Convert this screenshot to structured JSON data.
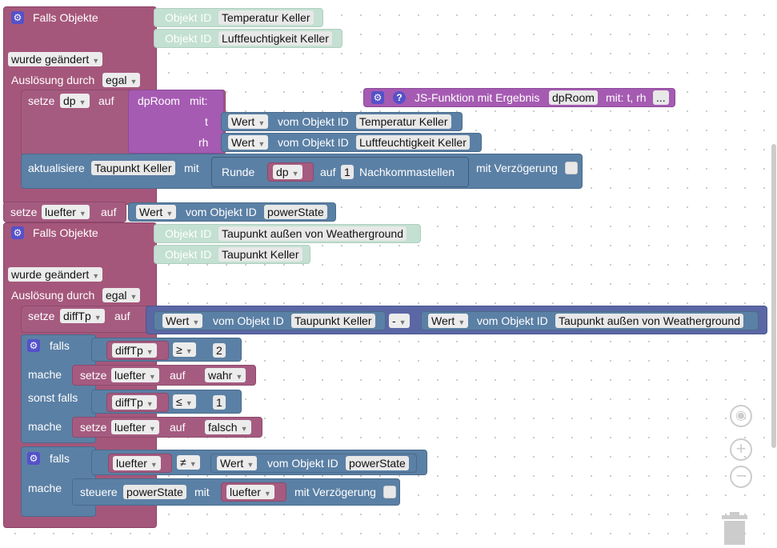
{
  "block1": {
    "title": "Falls Objekte",
    "obj_label": "Objekt ID",
    "obj1": "Temperatur Keller",
    "obj2": "Luftfeuchtigkeit Keller",
    "changed": "wurde geändert",
    "trigger_label": "Auslösung durch",
    "trigger_value": "egal",
    "set_label": "setze",
    "set_var": "dp",
    "on_label": "auf",
    "fn_name": "dpRoom",
    "with_label": "mit:",
    "param_t": "t",
    "param_rh": "rh",
    "value_label": "Wert",
    "from_obj_label": "vom Objekt ID",
    "t_obj": "Temperatur Keller",
    "rh_obj": "Luftfeuchtigkeit Keller",
    "update_label": "aktualisiere",
    "update_obj": "Taupunkt Keller",
    "with2": "mit",
    "round_label": "Runde",
    "round_var": "dp",
    "round_on": "auf",
    "round_digits": "1",
    "decimals_label": "Nachkommastellen",
    "delay_label": "mit Verzögerung"
  },
  "jsfunc": {
    "label": "JS-Funktion mit Ergebnis",
    "name": "dpRoom",
    "params": "mit: t, rh",
    "more": "..."
  },
  "setfan": {
    "set_label": "setze",
    "var": "luefter",
    "on_label": "auf",
    "value_label": "Wert",
    "from_obj_label": "vom Objekt ID",
    "obj": "powerState"
  },
  "block2": {
    "title": "Falls Objekte",
    "obj_label": "Objekt ID",
    "obj1": "Taupunkt außen von Weatherground",
    "obj2": "Taupunkt Keller",
    "changed": "wurde geändert",
    "trigger_label": "Auslösung durch",
    "trigger_value": "egal",
    "set_label": "setze",
    "set_var": "diffTp",
    "on_label": "auf",
    "value_label": "Wert",
    "from_obj_label": "vom Objekt ID",
    "lhs_obj": "Taupunkt Keller",
    "op_minus": "-",
    "rhs_obj": "Taupunkt außen von Weatherground",
    "if_label": "falls",
    "cmp_var": "diffTp",
    "op_ge": "≥",
    "num2": "2",
    "do_label": "mache",
    "set_fan_var": "luefter",
    "true_val": "wahr",
    "elseif_label": "sonst falls",
    "op_le": "≤",
    "num1": "1",
    "false_val": "falsch",
    "if2_var": "luefter",
    "op_ne": "≠",
    "if2_obj": "powerState",
    "control_label": "steuere",
    "control_obj": "powerState",
    "with_label": "mit",
    "control_var": "luefter",
    "delay_label": "mit Verzögerung"
  }
}
